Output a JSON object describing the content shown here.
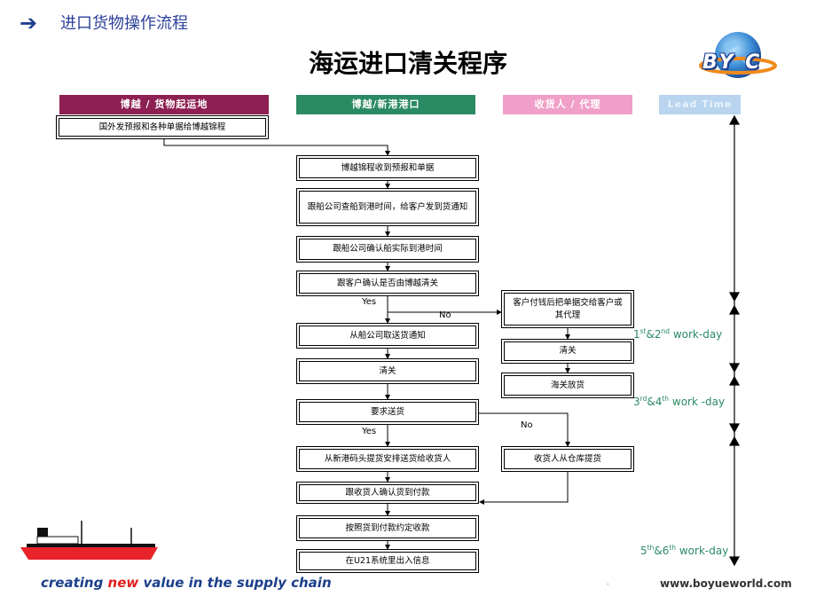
{
  "header": {
    "title": "进口货物操作流程"
  },
  "main_title": "海运进口清关程序",
  "logo": {
    "text": "BY C"
  },
  "lanes": {
    "boyue_origin": "博越 / 货物起运地",
    "boyue_xingang": "博越/新港港口",
    "consignee": "收货人 / 代理",
    "lead_time": "Lead Time"
  },
  "steps": {
    "s1": "国外发预报和各种单据给博越锦程",
    "s2": "博越锦程收到预报和单据",
    "s3": "跟船公司查船到港时间，给客户发到货通知",
    "s4": "跟船公司确认船实际到港时间",
    "s5": "跟客户确认是否由博越清关",
    "s6": "从船公司取送货通知",
    "s7": "清关",
    "s8": "要求送货",
    "s9": "从新港码头提货安排送货给收货人",
    "s10": "跟收货人确认货到付款",
    "s11": "按照货到付款约定收款",
    "s12": "在U21系统里出入信息",
    "c1": "客户付钱后把单据交给客户或其代理",
    "c2": "清关",
    "c3": "海关放货",
    "c4": "收货人从仓库提货"
  },
  "labels": {
    "yes1": "Yes",
    "no1": "No",
    "yes2": "Yes",
    "no2": "No"
  },
  "workdays": {
    "w1": {
      "a": "1",
      "a_sup": "st",
      "b": "&2",
      "b_sup": "nd",
      "c": " work-day"
    },
    "w2": {
      "a": "3",
      "a_sup": "rd",
      "b": "&4",
      "b_sup": "th",
      "c": " work -day"
    },
    "w3": {
      "a": "5",
      "a_sup": "th",
      "b": "&6",
      "b_sup": "th",
      "c": " work-day"
    }
  },
  "footer": {
    "slogan_a": "creating ",
    "slogan_new": "new",
    "slogan_b": " value in the supply chain",
    "dot": ".",
    "website": "www.boyueworld.com"
  },
  "colors": {
    "lane_origin": "#8e1f52",
    "lane_xingang": "#2a8a63",
    "lane_consignee": "#f0a0c8",
    "lane_leadtime": "#b8d4ee",
    "workday_text": "#2a8a63",
    "slogan": "#1b3f8a",
    "slogan_highlight": "#e01f1f"
  },
  "icons": [
    "arrow-right-icon",
    "globe-logo-icon",
    "cargo-ship-icon"
  ]
}
